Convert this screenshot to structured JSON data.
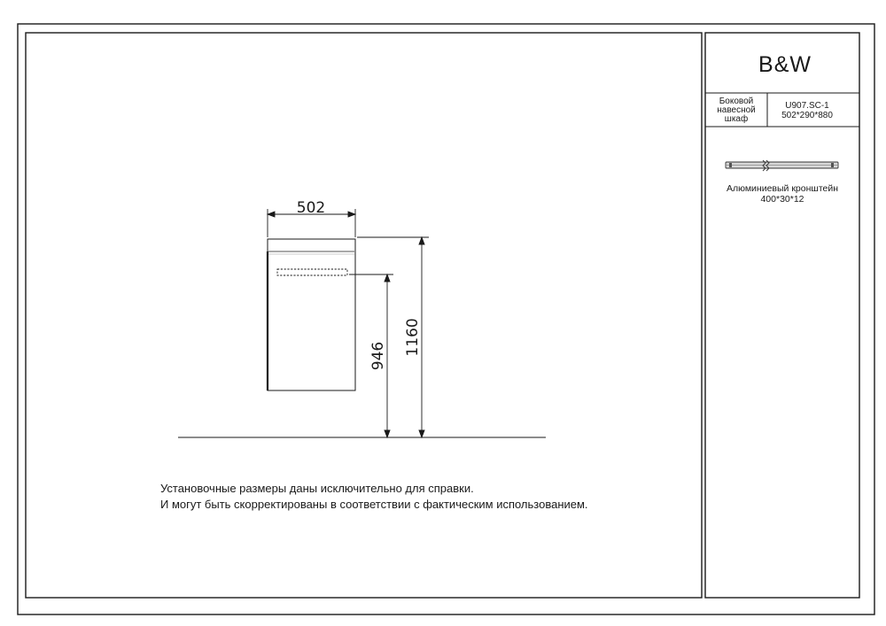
{
  "logo": {
    "text": "B&W"
  },
  "title_block": {
    "product_name_lines": [
      "Боковой",
      "навесной",
      "шкаф"
    ],
    "model_code": "U907.SC-1",
    "model_dimensions": "502*290*880"
  },
  "bracket": {
    "name": "Алюминиевый кронштейн",
    "dimensions": "400*30*12"
  },
  "drawing": {
    "width_dim": "502",
    "bracket_height_dim": "946",
    "total_height_dim": "1160"
  },
  "notes": {
    "line1": "Установочные размеры даны исключительно для справки.",
    "line2": "И могут быть скорректированы в соответствии с фактическим использованием."
  }
}
